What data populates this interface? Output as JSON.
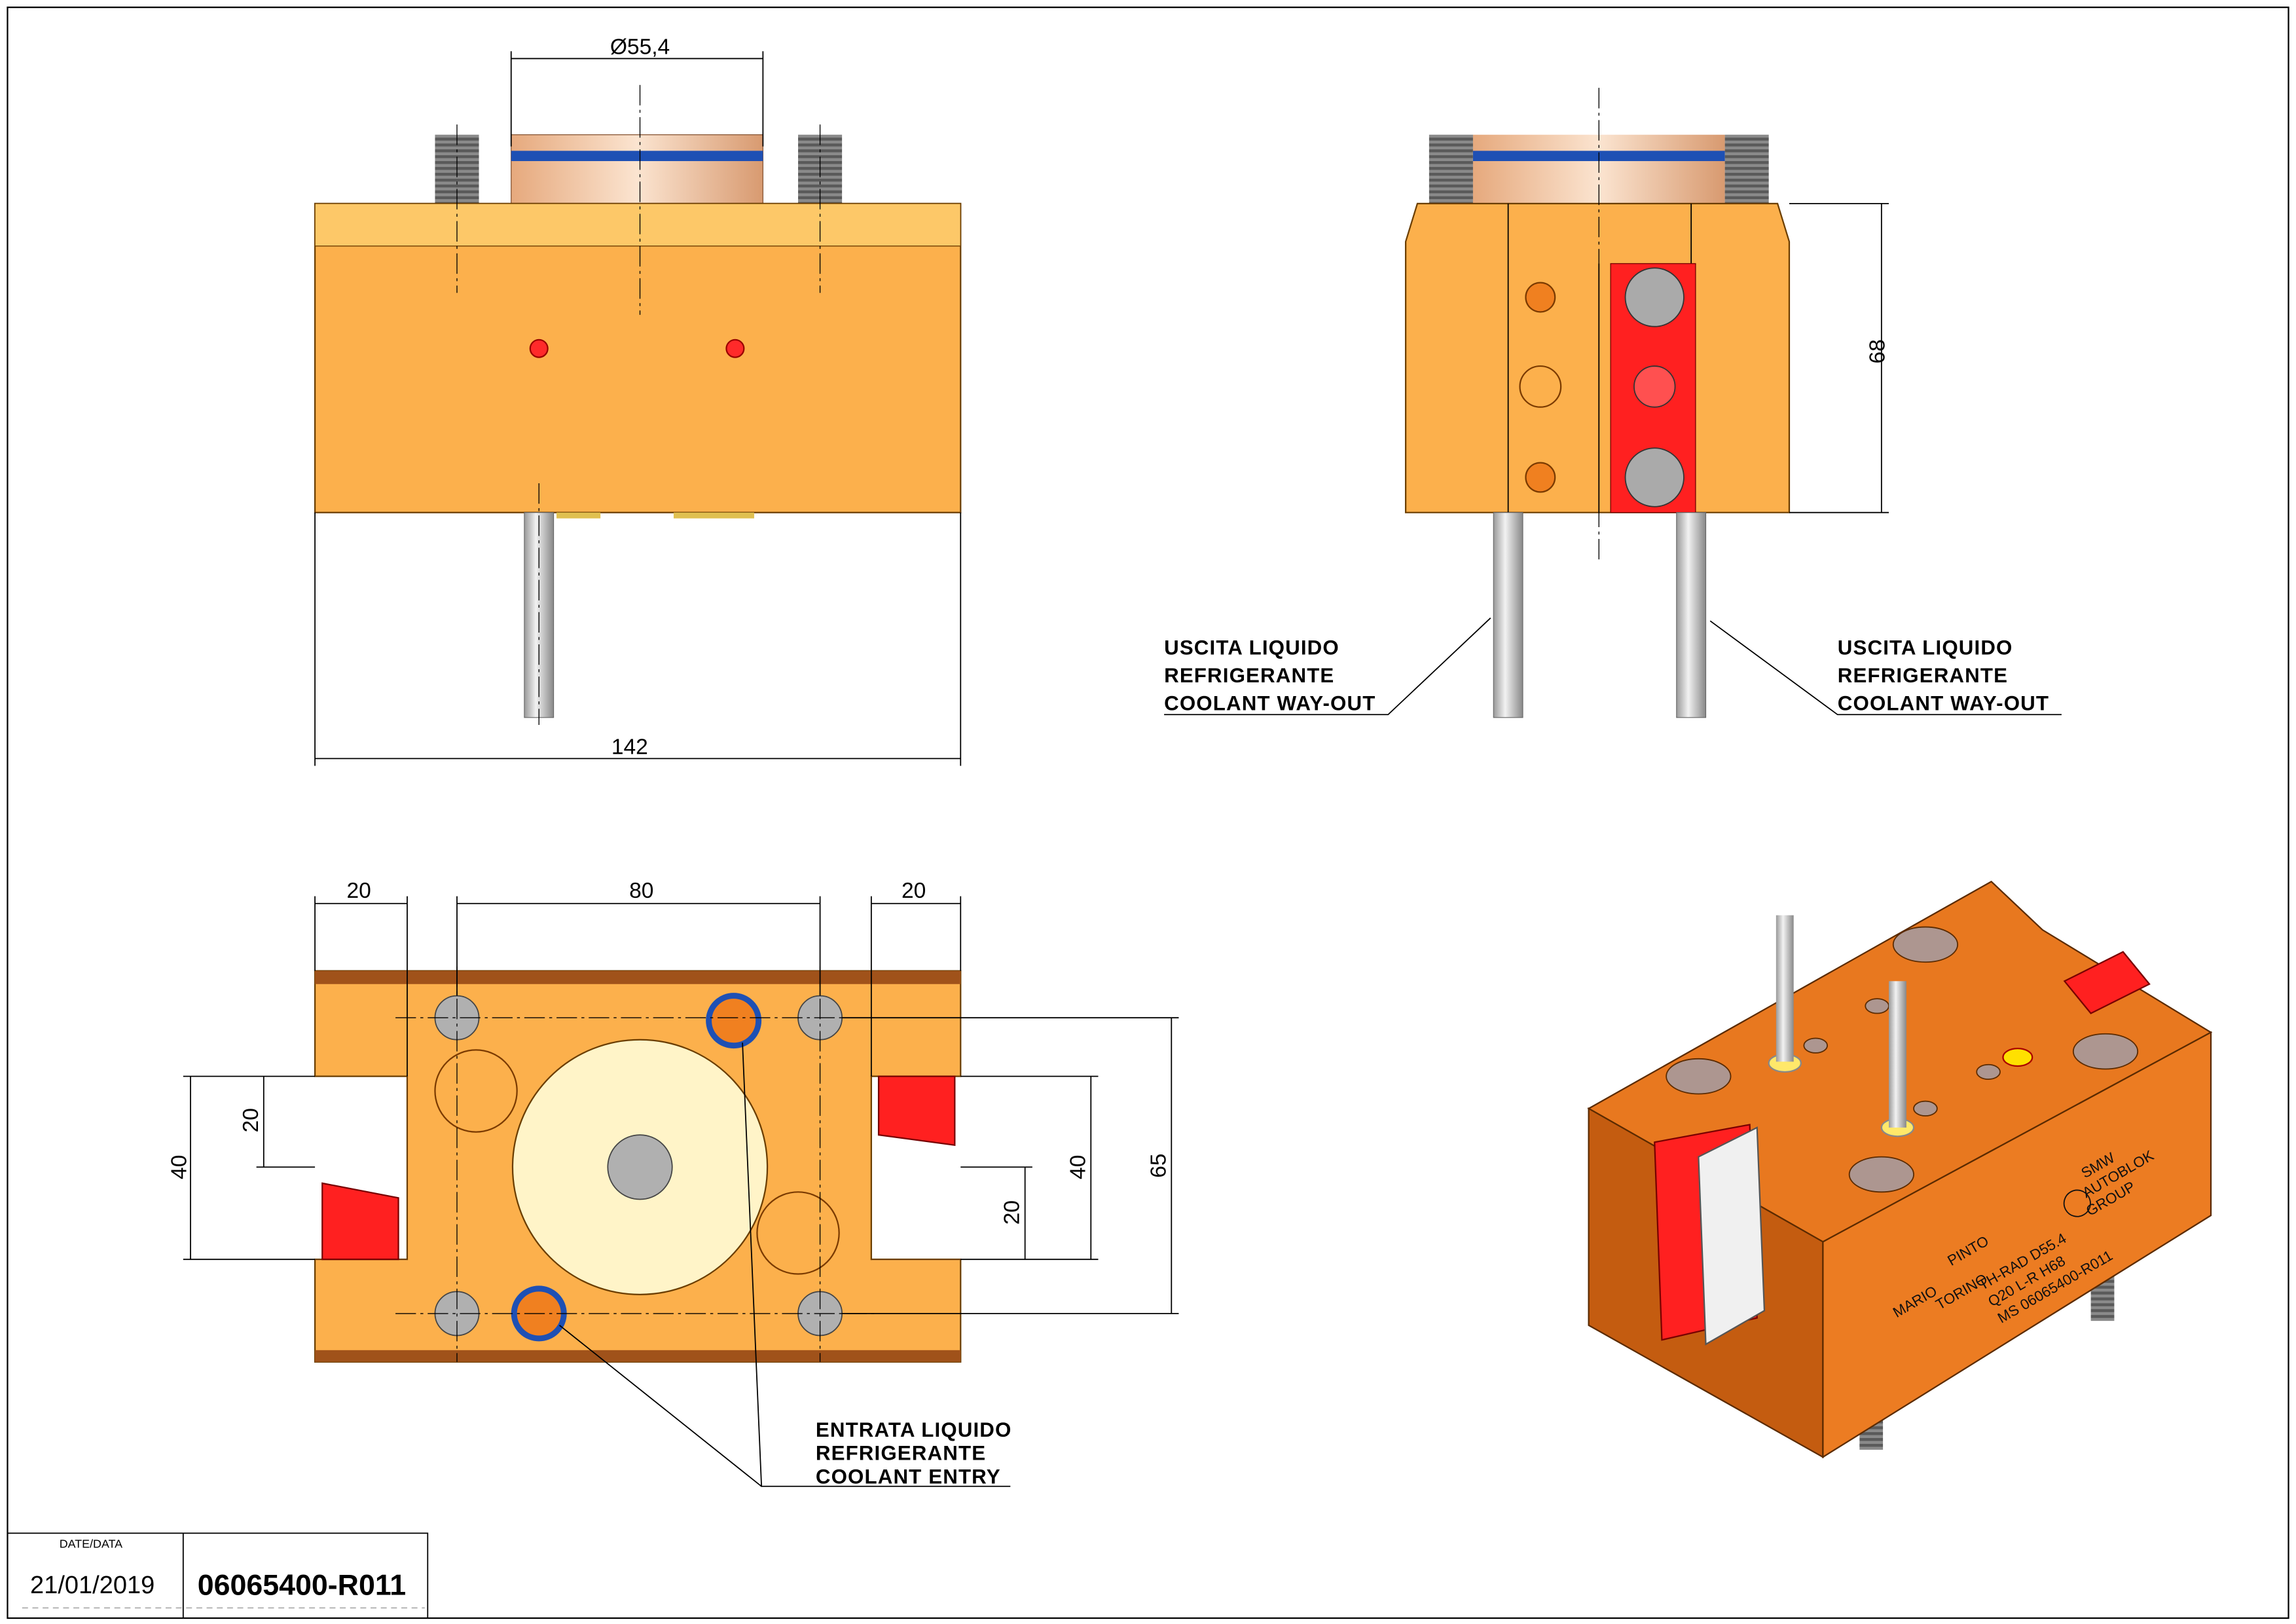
{
  "drawing": {
    "front_view": {
      "diameter": "Ø55,4",
      "width": "142"
    },
    "side_view": {
      "height": "68",
      "label_left": [
        "USCITA LIQUIDO",
        "REFRIGERANTE",
        "COOLANT WAY-OUT"
      ],
      "label_right": [
        "USCITA LIQUIDO",
        "REFRIGERANTE",
        "COOLANT WAY-OUT"
      ]
    },
    "bottom_view": {
      "dim_top_left": "20",
      "dim_top_mid": "80",
      "dim_top_right": "20",
      "dim_left_outer": "40",
      "dim_left_inner": "20",
      "dim_right_inner": "20",
      "dim_right_mid": "40",
      "dim_right_outer": "65",
      "label": [
        "ENTRATA LIQUIDO",
        "REFRIGERANTE",
        "COOLANT ENTRY"
      ]
    },
    "iso_view": {
      "brand": [
        "SMW",
        "AUTOBLOK",
        "GROUP"
      ],
      "maker": [
        "MARIO",
        "PINTO",
        "TORINO"
      ],
      "marking": [
        "TH-RAD D55.4",
        "Q20 L-R H68",
        "MS  06065400-R011"
      ]
    }
  },
  "title_block": {
    "date_label": "DATE/DATA",
    "date": "21/01/2019",
    "part_number": "06065400-R011"
  },
  "colors": {
    "body": "#fcb04c",
    "iso_body": "#e8781f",
    "red": "#ff2020",
    "oring": "#1e50b4",
    "copper": "#f2c8a0"
  }
}
